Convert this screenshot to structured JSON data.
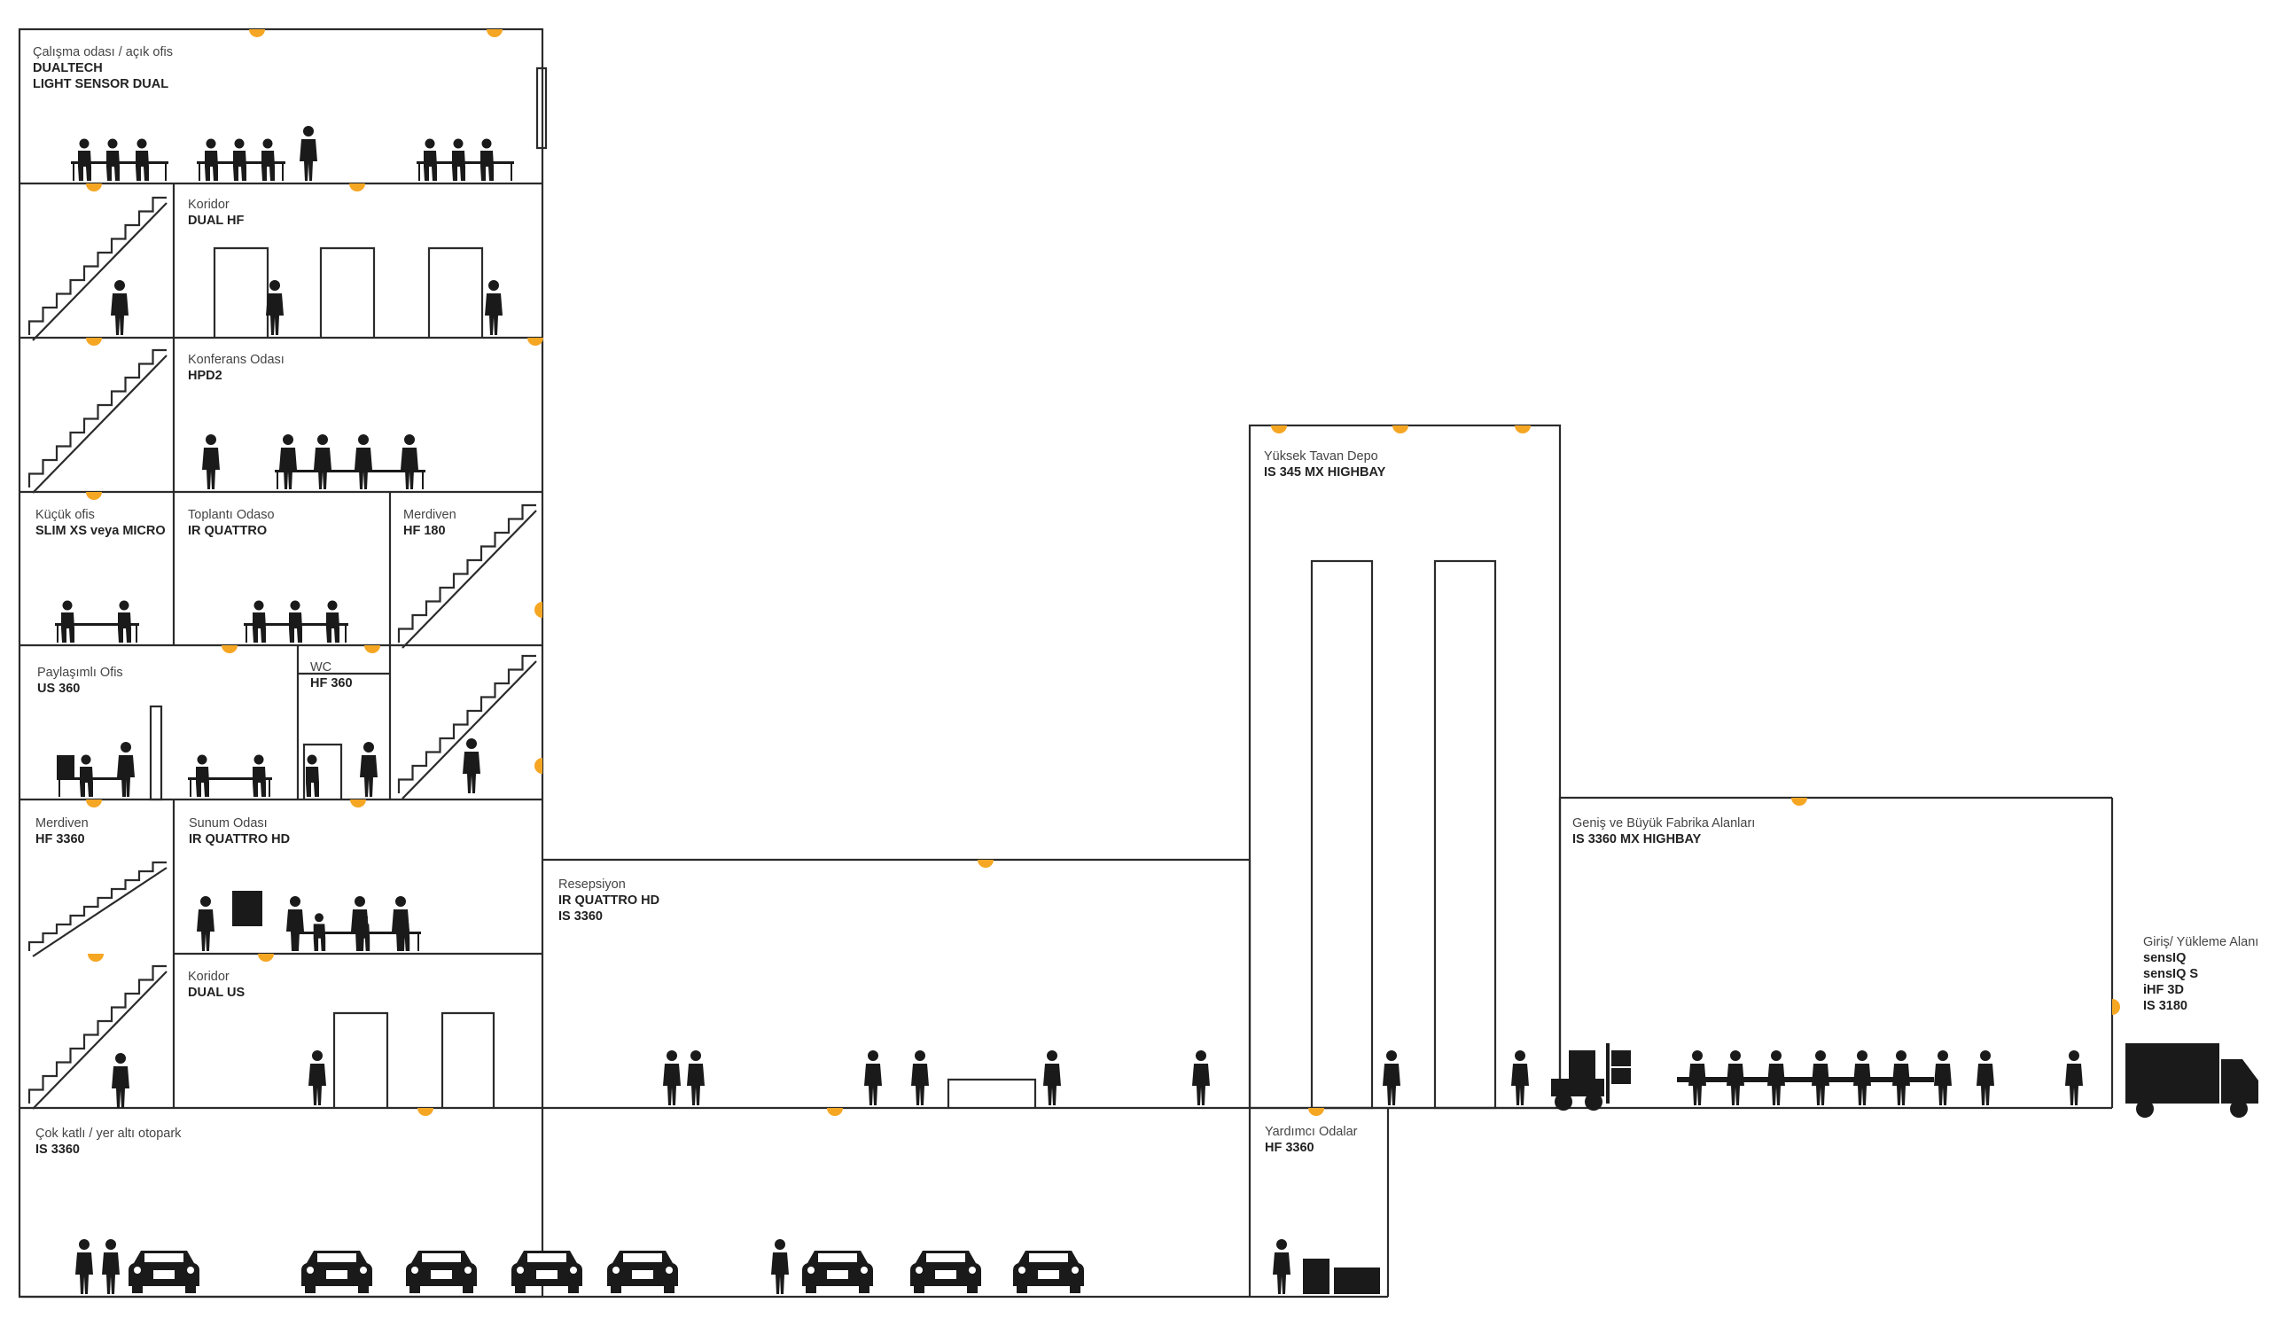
{
  "colors": {
    "line": "#2b2b2b",
    "sensor": "#f5a623",
    "fill": "#1a1a1a",
    "background": "#ffffff"
  },
  "rooms": [
    {
      "id": "calisma",
      "name": "Çalışma odası / açık ofis",
      "products": [
        "DUALTECH",
        "LIGHT SENSOR DUAL"
      ]
    },
    {
      "id": "koridor1",
      "name": "Koridor",
      "products": [
        "DUAL HF"
      ]
    },
    {
      "id": "konferans",
      "name": "Konferans Odası",
      "products": [
        "HPD2"
      ]
    },
    {
      "id": "kucuk",
      "name": "Küçük ofis",
      "products": [
        "SLIM XS veya MICRO"
      ]
    },
    {
      "id": "toplanti",
      "name": "Toplantı Odaso",
      "products": [
        "IR QUATTRO"
      ]
    },
    {
      "id": "merdiven1",
      "name": "Merdiven",
      "products": [
        "HF 180"
      ]
    },
    {
      "id": "paylasimli",
      "name": "Paylaşımlı Ofis",
      "products": [
        "US 360"
      ]
    },
    {
      "id": "wc",
      "name": "WC",
      "products": [
        "HF 360"
      ]
    },
    {
      "id": "merdiven2",
      "name": "Merdiven",
      "products": [
        "HF 3360"
      ]
    },
    {
      "id": "sunum",
      "name": "Sunum Odası",
      "products": [
        "IR QUATTRO HD"
      ]
    },
    {
      "id": "koridor2",
      "name": "Koridor",
      "products": [
        "DUAL US"
      ]
    },
    {
      "id": "resepsiyon",
      "name": "Resepsiyon",
      "products": [
        "IR QUATTRO HD",
        "IS 3360"
      ]
    },
    {
      "id": "depo",
      "name": "Yüksek Tavan Depo",
      "products": [
        "IS 345 MX HIGHBAY"
      ]
    },
    {
      "id": "fabrika",
      "name": "Geniş ve Büyük Fabrika Alanları",
      "products": [
        "IS 3360 MX HIGHBAY"
      ]
    },
    {
      "id": "giris",
      "name": "Giriş/ Yükleme Alanı",
      "products": [
        "sensIQ",
        "sensIQ S",
        "iHF 3D",
        "IS 3180"
      ]
    },
    {
      "id": "otopark",
      "name": "Çok katlı / yer altı otopark",
      "products": [
        "IS 3360"
      ]
    },
    {
      "id": "yardimci",
      "name": "Yardımcı Odalar",
      "products": [
        "HF 3360"
      ]
    }
  ]
}
